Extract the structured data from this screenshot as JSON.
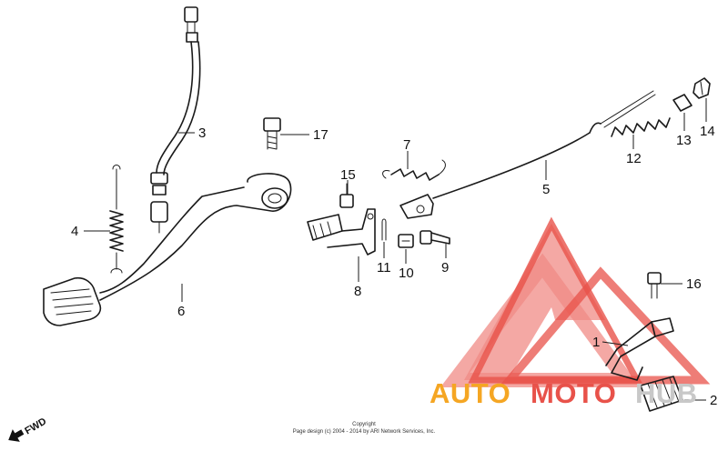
{
  "diagram": {
    "callouts": {
      "c1": "1",
      "c2": "2",
      "c3": "3",
      "c4": "4",
      "c5": "5",
      "c6": "6",
      "c7": "7",
      "c8": "8",
      "c9": "9",
      "c10": "10",
      "c11": "11",
      "c12": "12",
      "c13": "13",
      "c14": "14",
      "c15": "15",
      "c16": "16",
      "c17": "17"
    },
    "direction_label": "FWD",
    "copyright_line1": "Copyright",
    "copyright_line2": "Page design (c) 2004 - 2014 by ARI Network Services, Inc."
  },
  "watermark": {
    "part1": "AUTO",
    "part2": "MOTO",
    "part3": "HUB",
    "color_red": "#e8524a",
    "color_orange": "#f5a623",
    "color_grey": "#c8c8c8"
  }
}
